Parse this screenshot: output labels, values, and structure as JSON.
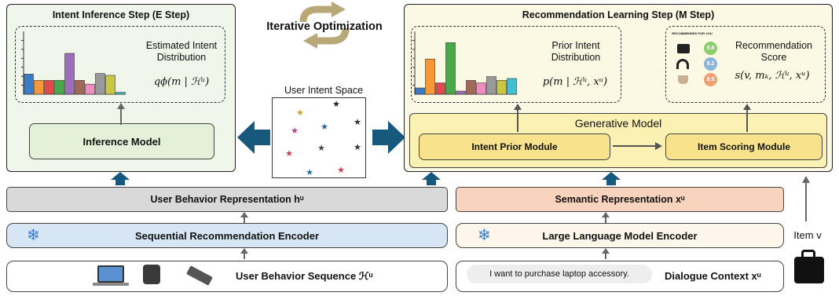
{
  "e_step": {
    "title": "Intent Inference Step (E Step)",
    "dist_label": "Estimated Intent Distribution",
    "dist_formula": "qϕ(m | ℋᵘ)",
    "model": "Inference Model"
  },
  "center": {
    "iterative": "Iterative Optimization",
    "space_title": "User Intent Space"
  },
  "m_step": {
    "title": "Recommendation Learning Step (M Step)",
    "prior_label": "Prior Intent Distribution",
    "prior_formula": "p(m | ℋᵘ, xᵘ)",
    "rec_label": "Recommendation Score",
    "rec_formula": "s(v, mₖ, ℋᵘ, xᵘ)",
    "rec_card_header": "RECOMMENDED FOR YOU",
    "scores": [
      "9.8",
      "9.2",
      "8.9"
    ],
    "generative": "Generative Model",
    "prior_module": "Intent Prior Module",
    "scoring_module": "Item Scoring Module"
  },
  "bottom": {
    "behavior_rep": "User Behavior Representation hᵘ",
    "semantic_rep": "Semantic Representation xᵘ",
    "seq_encoder": "Sequential Recommendation Encoder",
    "llm_encoder": "Large Language Model Encoder",
    "behavior_seq": "User Behavior Sequence ℋᵘ",
    "dialogue_quote": "I want to purchase laptop accessory.",
    "dialogue_ctx": "Dialogue Context xᵘ",
    "item": "Item v"
  },
  "colors": {
    "e_panel": "#f0f6ea",
    "m_panel": "#fbf8e4",
    "inference_model": "#e3f1d8",
    "generative": "#fbf1b3",
    "module": "#f8e28c",
    "arrow_blue": "#17587f",
    "gray_bar": "#d9d9d9",
    "salmon_bar": "#f8d3bd",
    "blue_bar": "#d6e6f5",
    "cream_bar": "#fdf6ea"
  },
  "chart_data": [
    {
      "type": "bar",
      "title": "",
      "values": [
        0.32,
        0.22,
        0.22,
        0.22,
        0.65,
        0.22,
        0.16,
        0.33,
        0.3,
        0.03
      ]
    },
    {
      "type": "bar",
      "title": "",
      "values": [
        0.1,
        0.56,
        0.18,
        0.82,
        0.05,
        0.22,
        0.18,
        0.28,
        0.22,
        0.25
      ]
    }
  ]
}
